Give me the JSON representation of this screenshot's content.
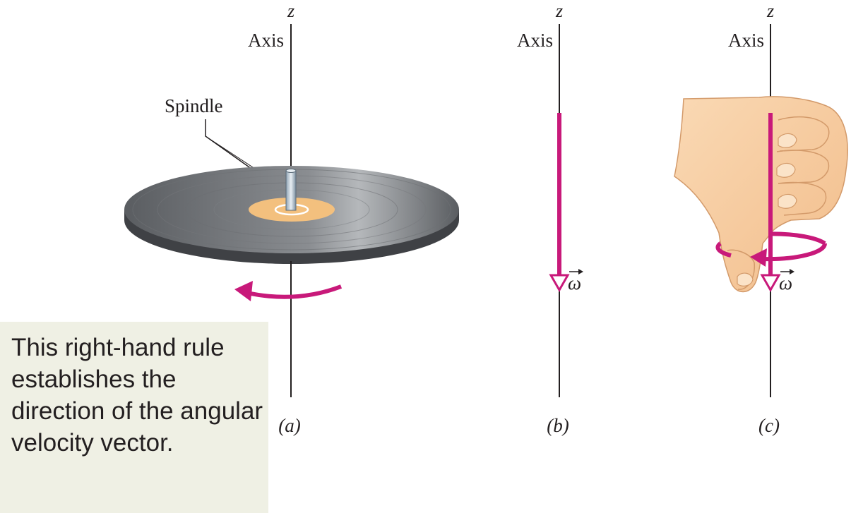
{
  "panels": [
    {
      "axis_label": "Axis",
      "z_label": "z",
      "caption": "(a)",
      "spindle_label": "Spindle"
    },
    {
      "axis_label": "Axis",
      "z_label": "z",
      "caption": "(b)",
      "vector_symbol": "ω"
    },
    {
      "axis_label": "Axis",
      "z_label": "z",
      "caption": "(c)",
      "vector_symbol": "ω"
    }
  ],
  "note": "This right-hand rule establishes the direction of the angular velocity vector.",
  "colors": {
    "vector": "#c8197a",
    "disc": "#626569",
    "label_ring": "#f3c07e",
    "skin": "#f8cfa2",
    "note_bg": "#eff0e4",
    "line": "#231f20"
  }
}
